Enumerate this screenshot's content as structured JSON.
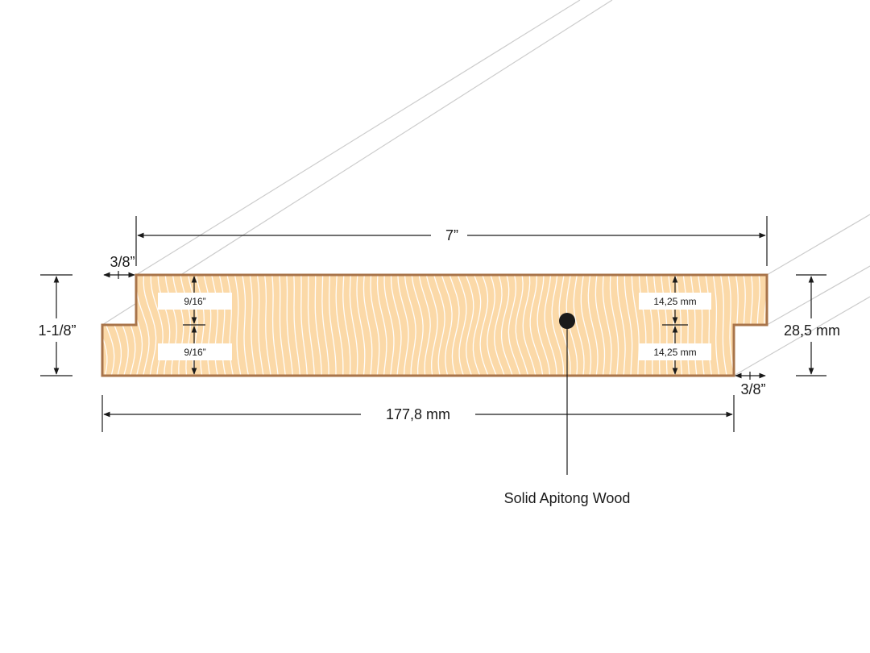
{
  "colors": {
    "wood_fill": "#fbd9a8",
    "wood_outline": "#a8744a",
    "grain": "#ffffff",
    "dimension_line": "#1a1a1a",
    "projection_line": "#cccccc",
    "label_box": "#ffffff"
  },
  "dimensions": {
    "top_width": "7”",
    "bottom_width": "177,8 mm",
    "left_height": "1-1/8”",
    "right_height": "28,5 mm",
    "left_tongue": "3/8”",
    "right_groove": "3/8”",
    "left_upper_half": "9/16”",
    "left_lower_half": "9/16”",
    "right_upper_half": "14,25 mm",
    "right_lower_half": "14,25 mm"
  },
  "callout": {
    "material": "Solid Apitong Wood"
  }
}
